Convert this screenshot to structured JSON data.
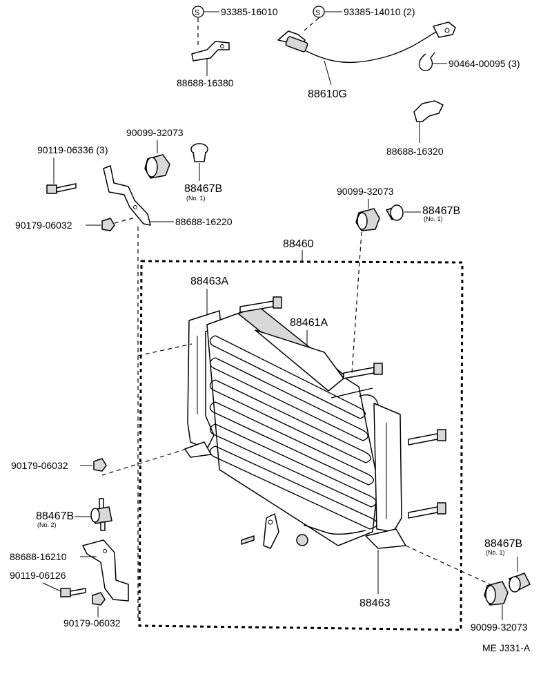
{
  "labels": {
    "p93385_16010": "93385-16010",
    "p93385_14010": "93385-14010 (2)",
    "p88688_16380": "88688-16380",
    "p88610G": "88610G",
    "p90464_00095": "90464-00095 (3)",
    "p88688_16320": "88688-16320",
    "p90099_32073_a": "90099-32073",
    "p90119_06336": "90119-06336 (3)",
    "p88467B_a": "88467B",
    "p88467B_a_sub": "(No. 1)",
    "p90179_06032_a": "90179-06032",
    "p88688_16220": "88688-16220",
    "p90099_32073_b": "90099-32073",
    "p88467B_b": "88467B",
    "p88467B_b_sub": "(No. 1)",
    "p88460": "88460",
    "p88463A": "88463A",
    "p88461A": "88461A",
    "p90179_06032_b": "90179-06032",
    "p88467B_c": "88467B",
    "p88467B_c_sub": "(No. 2)",
    "p88688_16210": "88688-16210",
    "p90119_06126": "90119-06126",
    "p90179_06032_c": "90179-06032",
    "p88463": "88463",
    "p88467B_d": "88467B",
    "p88467B_d_sub": "(No. 1)",
    "p90099_32073_c": "90099-32073",
    "s_marker": "S"
  },
  "figure_code": "ME J331-A"
}
